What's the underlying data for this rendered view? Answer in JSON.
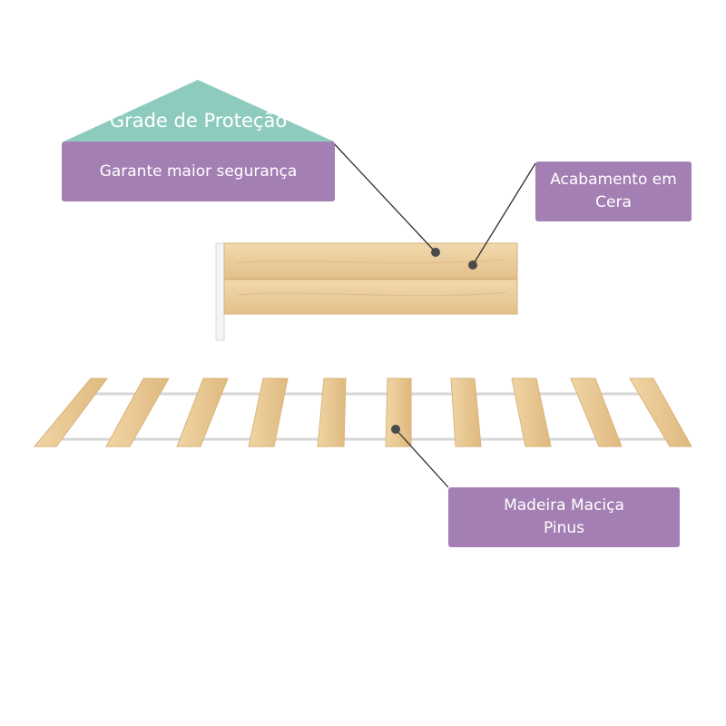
{
  "colors": {
    "teal": "#8ecbbf",
    "purple": "#a47fb3",
    "wood": "#eccf9f",
    "wood_dark": "#d9b37a",
    "leader": "#2e2e2e"
  },
  "callouts": {
    "grade": {
      "title": "Grade de Proteção",
      "text": "Garante maior segurança"
    },
    "acabamento": {
      "text": "Acabamento em\nCera"
    },
    "madeira": {
      "text": "Madeira Maciça\nPinus"
    }
  }
}
